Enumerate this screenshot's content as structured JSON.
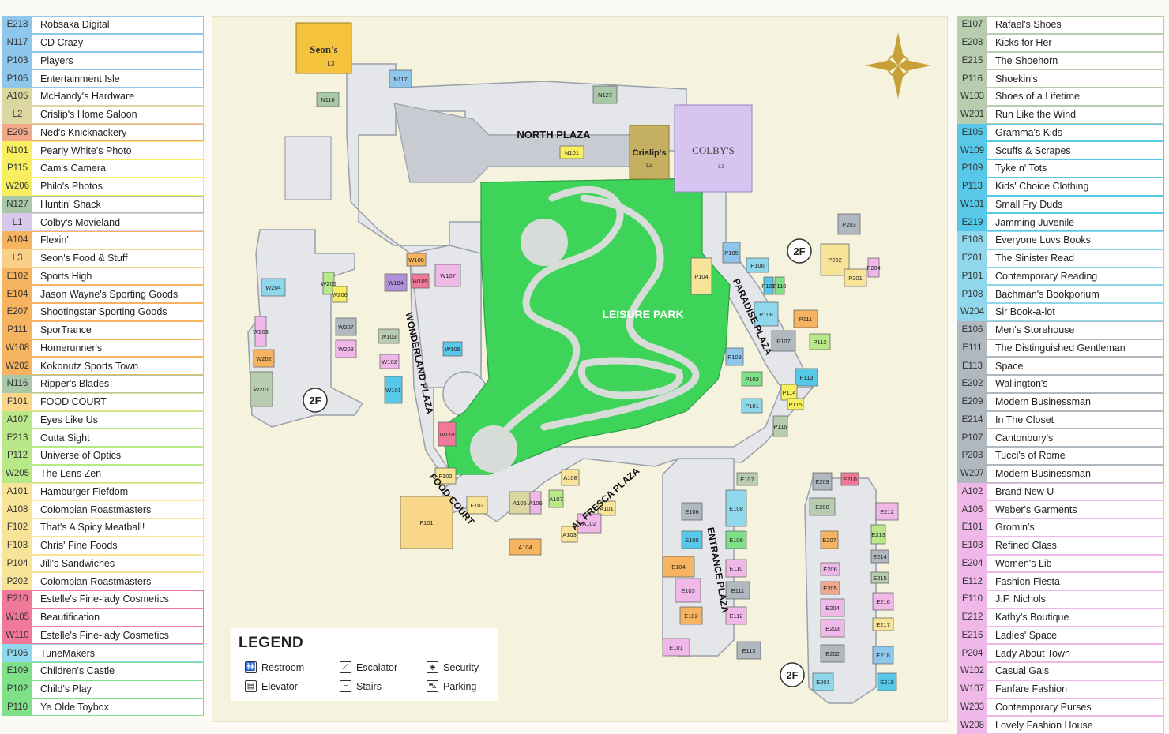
{
  "directory_left": [
    {
      "code": "E218",
      "name": "Robsaka Digital",
      "color": "#8fc6ec"
    },
    {
      "code": "N117",
      "name": "CD Crazy",
      "color": "#8fc6ec"
    },
    {
      "code": "P103",
      "name": "Players",
      "color": "#8fc6ec"
    },
    {
      "code": "P105",
      "name": "Entertainment Isle",
      "color": "#8fc6ec"
    },
    {
      "code": "A105",
      "name": "McHandy's Hardware",
      "color": "#dcd6a0"
    },
    {
      "code": "L2",
      "name": "Crislip's Home Saloon",
      "color": "#dcd6a0"
    },
    {
      "code": "E205",
      "name": "Ned's Knicknackery",
      "color": "#f0a888"
    },
    {
      "code": "N101",
      "name": "Pearly White's Photo",
      "color": "#f7ef60"
    },
    {
      "code": "P115",
      "name": "Cam's Camera",
      "color": "#f7ef60"
    },
    {
      "code": "W206",
      "name": "Philo's Photos",
      "color": "#f7ef60"
    },
    {
      "code": "N127",
      "name": "Huntin' Shack",
      "color": "#a8c8a8"
    },
    {
      "code": "L1",
      "name": "Colby's Movieland",
      "color": "#d8c8ec"
    },
    {
      "code": "A104",
      "name": "Flexin'",
      "color": "#f6b460"
    },
    {
      "code": "L3",
      "name": "Seon's Food & Stuff",
      "color": "#f8d088"
    },
    {
      "code": "E102",
      "name": "Sports High",
      "color": "#f6b460"
    },
    {
      "code": "E104",
      "name": "Jason Wayne's Sporting Goods",
      "color": "#f6b460"
    },
    {
      "code": "E207",
      "name": "Shootingstar Sporting Goods",
      "color": "#f6b460"
    },
    {
      "code": "P111",
      "name": "SporTrance",
      "color": "#f6b460"
    },
    {
      "code": "W108",
      "name": "Homerunner's",
      "color": "#f6b460"
    },
    {
      "code": "W202",
      "name": "Kokonutz Sports Town",
      "color": "#f6b460"
    },
    {
      "code": "N116",
      "name": "Ripper's Blades",
      "color": "#a8c8a8"
    },
    {
      "code": "F101",
      "name": "FOOD COURT",
      "color": "#f8d888"
    },
    {
      "code": "A107",
      "name": "Eyes Like Us",
      "color": "#b8e888"
    },
    {
      "code": "E213",
      "name": "Outta Sight",
      "color": "#b8e888"
    },
    {
      "code": "P112",
      "name": "Universe of Optics",
      "color": "#b8e888"
    },
    {
      "code": "W205",
      "name": "The Lens Zen",
      "color": "#b8e888"
    },
    {
      "code": "A101",
      "name": "Hamburger Fiefdom",
      "color": "#f8e498"
    },
    {
      "code": "A108",
      "name": "Colombian Roastmasters",
      "color": "#f8e498"
    },
    {
      "code": "F102",
      "name": "That's A Spicy Meatball!",
      "color": "#f8e498"
    },
    {
      "code": "F103",
      "name": "Chris' Fine Foods",
      "color": "#f8e498"
    },
    {
      "code": "P104",
      "name": "Jill's Sandwiches",
      "color": "#f8e498"
    },
    {
      "code": "P202",
      "name": "Colombian Roastmasters",
      "color": "#f8e498"
    },
    {
      "code": "E210",
      "name": "Estelle's Fine-lady Cosmetics",
      "color": "#f07898"
    },
    {
      "code": "W105",
      "name": "Beautification",
      "color": "#f07898"
    },
    {
      "code": "W110",
      "name": "Estelle's Fine-lady Cosmetics",
      "color": "#f07898"
    },
    {
      "code": "P106",
      "name": "TuneMakers",
      "color": "#8fd8ec"
    },
    {
      "code": "E109",
      "name": "Children's Castle",
      "color": "#7ee088"
    },
    {
      "code": "P102",
      "name": "Child's Play",
      "color": "#7ee088"
    },
    {
      "code": "P110",
      "name": "Ye Olde Toybox",
      "color": "#7ee088"
    }
  ],
  "directory_right": [
    {
      "code": "E107",
      "name": "Rafael's Shoes",
      "color": "#b8ccb0"
    },
    {
      "code": "E208",
      "name": "Kicks for Her",
      "color": "#b8ccb0"
    },
    {
      "code": "E215",
      "name": "The Shoehorn",
      "color": "#b8ccb0"
    },
    {
      "code": "P116",
      "name": "Shoekin's",
      "color": "#b8ccb0"
    },
    {
      "code": "W103",
      "name": "Shoes of a Lifetime",
      "color": "#b8ccb0"
    },
    {
      "code": "W201",
      "name": "Run Like the Wind",
      "color": "#b8ccb0"
    },
    {
      "code": "E105",
      "name": "Gramma's Kids",
      "color": "#58c8e8"
    },
    {
      "code": "W109",
      "name": "Scuffs & Scrapes",
      "color": "#58c8e8"
    },
    {
      "code": "P109",
      "name": "Tyke n' Tots",
      "color": "#58c8e8"
    },
    {
      "code": "P113",
      "name": "Kids' Choice Clothing",
      "color": "#58c8e8"
    },
    {
      "code": "W101",
      "name": "Small Fry Duds",
      "color": "#58c8e8"
    },
    {
      "code": "E219",
      "name": "Jamming Juvenile",
      "color": "#58c8e8"
    },
    {
      "code": "E108",
      "name": "Everyone Luvs Books",
      "color": "#8fd8ec"
    },
    {
      "code": "E201",
      "name": "The Sinister Read",
      "color": "#8fd8ec"
    },
    {
      "code": "P101",
      "name": "Contemporary Reading",
      "color": "#8fd8ec"
    },
    {
      "code": "P108",
      "name": "Bachman's Bookporium",
      "color": "#8fd8ec"
    },
    {
      "code": "W204",
      "name": "Sir Book-a-lot",
      "color": "#8fd8ec"
    },
    {
      "code": "E106",
      "name": "Men's Storehouse",
      "color": "#b0b8c0"
    },
    {
      "code": "E111",
      "name": "The Distinguished Gentleman",
      "color": "#b0b8c0"
    },
    {
      "code": "E113",
      "name": "Space",
      "color": "#b0b8c0"
    },
    {
      "code": "E202",
      "name": "Wallington's",
      "color": "#b0b8c0"
    },
    {
      "code": "E209",
      "name": "Modern Businessman",
      "color": "#b0b8c0"
    },
    {
      "code": "E214",
      "name": "In The Closet",
      "color": "#b0b8c0"
    },
    {
      "code": "P107",
      "name": "Cantonbury's",
      "color": "#b0b8c0"
    },
    {
      "code": "P203",
      "name": "Tucci's of Rome",
      "color": "#b0b8c0"
    },
    {
      "code": "W207",
      "name": "Modern Businessman",
      "color": "#b0b8c0"
    },
    {
      "code": "A102",
      "name": "Brand New U",
      "color": "#f0b8e8"
    },
    {
      "code": "A106",
      "name": "Weber's Garments",
      "color": "#f0b8e8"
    },
    {
      "code": "E101",
      "name": "Gromin's",
      "color": "#f0b8e8"
    },
    {
      "code": "E103",
      "name": "Refined Class",
      "color": "#f0b8e8"
    },
    {
      "code": "E204",
      "name": "Women's Lib",
      "color": "#f0b8e8"
    },
    {
      "code": "E112",
      "name": "Fashion Fiesta",
      "color": "#f0b8e8"
    },
    {
      "code": "E110",
      "name": "J.F. Nichols",
      "color": "#f0b8e8"
    },
    {
      "code": "E212",
      "name": "Kathy's Boutique",
      "color": "#f0b8e8"
    },
    {
      "code": "E216",
      "name": "Ladies' Space",
      "color": "#f0b8e8"
    },
    {
      "code": "P204",
      "name": "Lady About Town",
      "color": "#f0b8e8"
    },
    {
      "code": "W102",
      "name": "Casual Gals",
      "color": "#f0b8e8"
    },
    {
      "code": "W107",
      "name": "Fanfare Fashion",
      "color": "#f0b8e8"
    },
    {
      "code": "W203",
      "name": "Contemporary Purses",
      "color": "#f0b8e8"
    },
    {
      "code": "W208",
      "name": "Lovely Fashion House",
      "color": "#f0b8e8"
    }
  ],
  "map": {
    "plazas": {
      "north": "NORTH PLAZA",
      "wonderland": "WONDERLAND PLAZA",
      "paradise": "PARADISE PLAZA",
      "food_court": "FOOD COURT",
      "al_fresca": "AL FRESCA PLAZA",
      "entrance": "ENTRANCE PLAZA",
      "park": "LEISURE PARK"
    },
    "anchors": {
      "seons": "Seon's",
      "seons_code": "L3",
      "crislips": "Crislip's",
      "crislips_code": "L2",
      "colbys": "COLBY'S",
      "colbys_code": "L1"
    },
    "floor_marker": "2F",
    "colors": {
      "corridor": "#e4e6ea",
      "corridor_edge": "#9aa0aa",
      "park": "#3ed45a",
      "path": "#d8dcd8",
      "anchor_seons": "#f4c23c",
      "anchor_crislips": "#c4b060",
      "anchor_colbys": "#d8c4f0"
    },
    "stores": [
      {
        "label": "N117",
        "color": "#8fc6ec"
      },
      {
        "label": "N116",
        "color": "#a8c8a8"
      },
      {
        "label": "N127",
        "color": "#a8c8a8"
      },
      {
        "label": "N101",
        "color": "#f7ef60"
      },
      {
        "label": "W108",
        "color": "#f6b460"
      },
      {
        "label": "W104",
        "color": "#b090d8"
      },
      {
        "label": "W105",
        "color": "#f07898"
      },
      {
        "label": "W107",
        "color": "#f0b8e8"
      },
      {
        "label": "W103",
        "color": "#b8ccb0"
      },
      {
        "label": "W109",
        "color": "#58c8e8"
      },
      {
        "label": "W102",
        "color": "#f0b8e8"
      },
      {
        "label": "W101",
        "color": "#58c8e8"
      },
      {
        "label": "W110",
        "color": "#f07898"
      },
      {
        "label": "W204",
        "color": "#8fd8ec"
      },
      {
        "label": "W205",
        "color": "#b8e888"
      },
      {
        "label": "W206",
        "color": "#f7ef60"
      },
      {
        "label": "W203",
        "color": "#f0b8e8"
      },
      {
        "label": "W207",
        "color": "#b0b8c0"
      },
      {
        "label": "W208",
        "color": "#f0b8e8"
      },
      {
        "label": "W202",
        "color": "#f6b460"
      },
      {
        "label": "W201",
        "color": "#b8ccb0"
      },
      {
        "label": "P105",
        "color": "#8fc6ec"
      },
      {
        "label": "P104",
        "color": "#f8e498"
      },
      {
        "label": "P106",
        "color": "#8fd8ec"
      },
      {
        "label": "P109",
        "color": "#58c8e8"
      },
      {
        "label": "P110",
        "color": "#7ee088"
      },
      {
        "label": "P108",
        "color": "#8fd8ec"
      },
      {
        "label": "P111",
        "color": "#f6b460"
      },
      {
        "label": "P107",
        "color": "#b0b8c0"
      },
      {
        "label": "P112",
        "color": "#b8e888"
      },
      {
        "label": "P103",
        "color": "#8fc6ec"
      },
      {
        "label": "P102",
        "color": "#7ee088"
      },
      {
        "label": "P113",
        "color": "#58c8e8"
      },
      {
        "label": "P114",
        "color": "#f7ef60"
      },
      {
        "label": "P101",
        "color": "#8fd8ec"
      },
      {
        "label": "P115",
        "color": "#f7ef60"
      },
      {
        "label": "P116",
        "color": "#b8ccb0"
      },
      {
        "label": "P203",
        "color": "#b0b8c0"
      },
      {
        "label": "P202",
        "color": "#f8e498"
      },
      {
        "label": "P201",
        "color": "#f8e498"
      },
      {
        "label": "P204",
        "color": "#f0b8e8"
      },
      {
        "label": "F102",
        "color": "#f8e498"
      },
      {
        "label": "F103",
        "color": "#f8e498"
      },
      {
        "label": "F101",
        "color": "#f8d888"
      },
      {
        "label": "A105",
        "color": "#dcd6a0"
      },
      {
        "label": "A106",
        "color": "#f0b8e8"
      },
      {
        "label": "A107",
        "color": "#b8e888"
      },
      {
        "label": "A108",
        "color": "#f8e498"
      },
      {
        "label": "A101",
        "color": "#f8e498"
      },
      {
        "label": "A102",
        "color": "#f0b8e8"
      },
      {
        "label": "A103",
        "color": "#f8e498"
      },
      {
        "label": "A104",
        "color": "#f6b460"
      },
      {
        "label": "E107",
        "color": "#b8ccb0"
      },
      {
        "label": "E106",
        "color": "#b0b8c0"
      },
      {
        "label": "E108",
        "color": "#8fd8ec"
      },
      {
        "label": "E105",
        "color": "#58c8e8"
      },
      {
        "label": "E109",
        "color": "#7ee088"
      },
      {
        "label": "E104",
        "color": "#f6b460"
      },
      {
        "label": "E110",
        "color": "#f0b8e8"
      },
      {
        "label": "E103",
        "color": "#f0b8e8"
      },
      {
        "label": "E111",
        "color": "#b0b8c0"
      },
      {
        "label": "E102",
        "color": "#f6b460"
      },
      {
        "label": "E112",
        "color": "#f0b8e8"
      },
      {
        "label": "E101",
        "color": "#f0b8e8"
      },
      {
        "label": "E113",
        "color": "#b0b8c0"
      },
      {
        "label": "E209",
        "color": "#b0b8c0"
      },
      {
        "label": "E210",
        "color": "#f07898"
      },
      {
        "label": "E208",
        "color": "#b8ccb0"
      },
      {
        "label": "E212",
        "color": "#f0b8e8"
      },
      {
        "label": "E207",
        "color": "#f6b460"
      },
      {
        "label": "E213",
        "color": "#b8e888"
      },
      {
        "label": "E214",
        "color": "#b0b8c0"
      },
      {
        "label": "E206",
        "color": "#f0b8e8"
      },
      {
        "label": "E215",
        "color": "#b8ccb0"
      },
      {
        "label": "E205",
        "color": "#f0a888"
      },
      {
        "label": "E204",
        "color": "#f0b8e8"
      },
      {
        "label": "E216",
        "color": "#f0b8e8"
      },
      {
        "label": "E203",
        "color": "#f0b8e8"
      },
      {
        "label": "E217",
        "color": "#f8e498"
      },
      {
        "label": "E202",
        "color": "#b0b8c0"
      },
      {
        "label": "E218",
        "color": "#8fc6ec"
      },
      {
        "label": "E201",
        "color": "#8fd8ec"
      },
      {
        "label": "E219",
        "color": "#58c8e8"
      }
    ]
  },
  "legend": {
    "title": "LEGEND",
    "items": [
      {
        "label": "Restroom",
        "icon": "restroom-icon",
        "glyph": "🚻"
      },
      {
        "label": "Elevator",
        "icon": "elevator-icon",
        "glyph": "▤"
      },
      {
        "label": "Escalator",
        "icon": "escalator-icon",
        "glyph": "⟋"
      },
      {
        "label": "Stairs",
        "icon": "stairs-icon",
        "glyph": "⌐"
      },
      {
        "label": "Security",
        "icon": "security-icon",
        "glyph": "◈"
      },
      {
        "label": "Parking",
        "icon": "parking-icon",
        "glyph": "⛍"
      }
    ]
  }
}
